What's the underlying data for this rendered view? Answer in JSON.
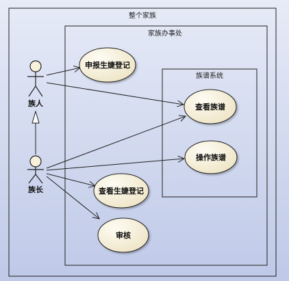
{
  "boundaries": {
    "outer": {
      "label": "整个家族"
    },
    "office": {
      "label": "家族办事处"
    },
    "system": {
      "label": "族谱系统"
    }
  },
  "actors": {
    "member": {
      "label": "族人"
    },
    "elder": {
      "label": "族长"
    }
  },
  "use_cases": {
    "register": {
      "label": "申报生婕登记"
    },
    "view_tree": {
      "label": "查看族谱"
    },
    "operate_tree": {
      "label": "操作族谱"
    },
    "view_register": {
      "label": "查看生婕登记"
    },
    "review": {
      "label": "审核"
    }
  },
  "colors": {
    "background_top": "#e6ebf7",
    "background_bottom": "#bfc9e8",
    "use_case_fill": "#f5efd9",
    "actor_head_fill": "#f7f1dc",
    "line": "#1f1f1f"
  }
}
